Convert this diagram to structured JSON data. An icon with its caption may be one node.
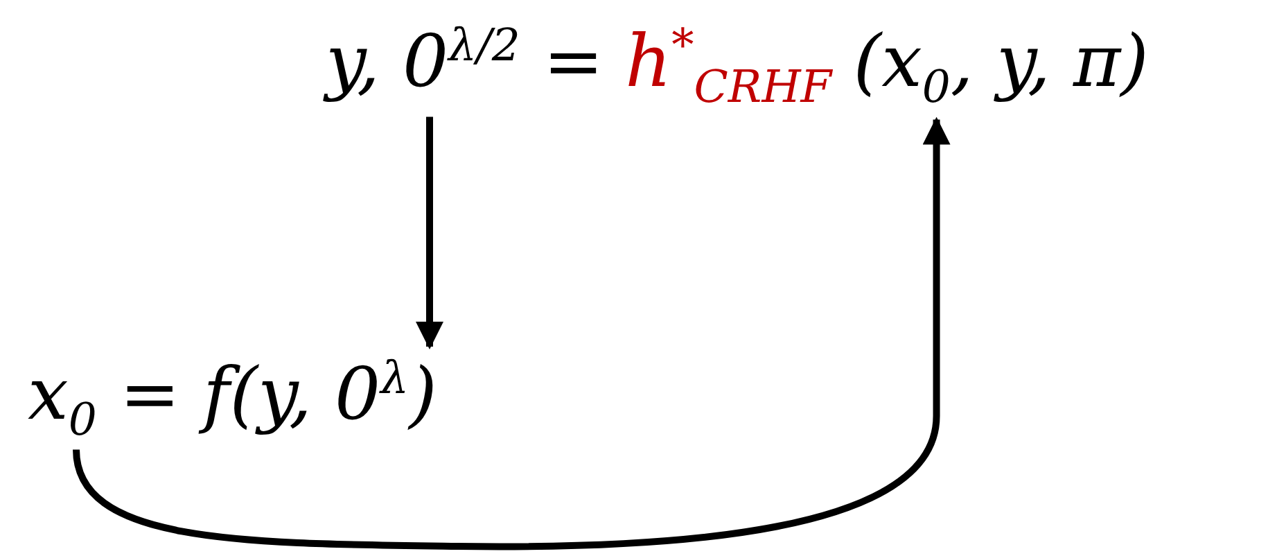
{
  "diagram": {
    "nodes": [
      {
        "text": [
          "y, 0$^{λ/2}$ =",
          "h$^{*}$$_{CRHF}$",
          "(x$_{0}$, y, π)"
        ]
      },
      {
        "text": [
          "x$_{0}$ = f(y, 0$^{λ}$)"
        ]
      }
    ],
    "edges": [
      {
        "from": 0,
        "to": 1,
        "arrow": "to"
      },
      {
        "from": 1,
        "to": 0,
        "arrow": "to"
      }
    ]
  }
}
